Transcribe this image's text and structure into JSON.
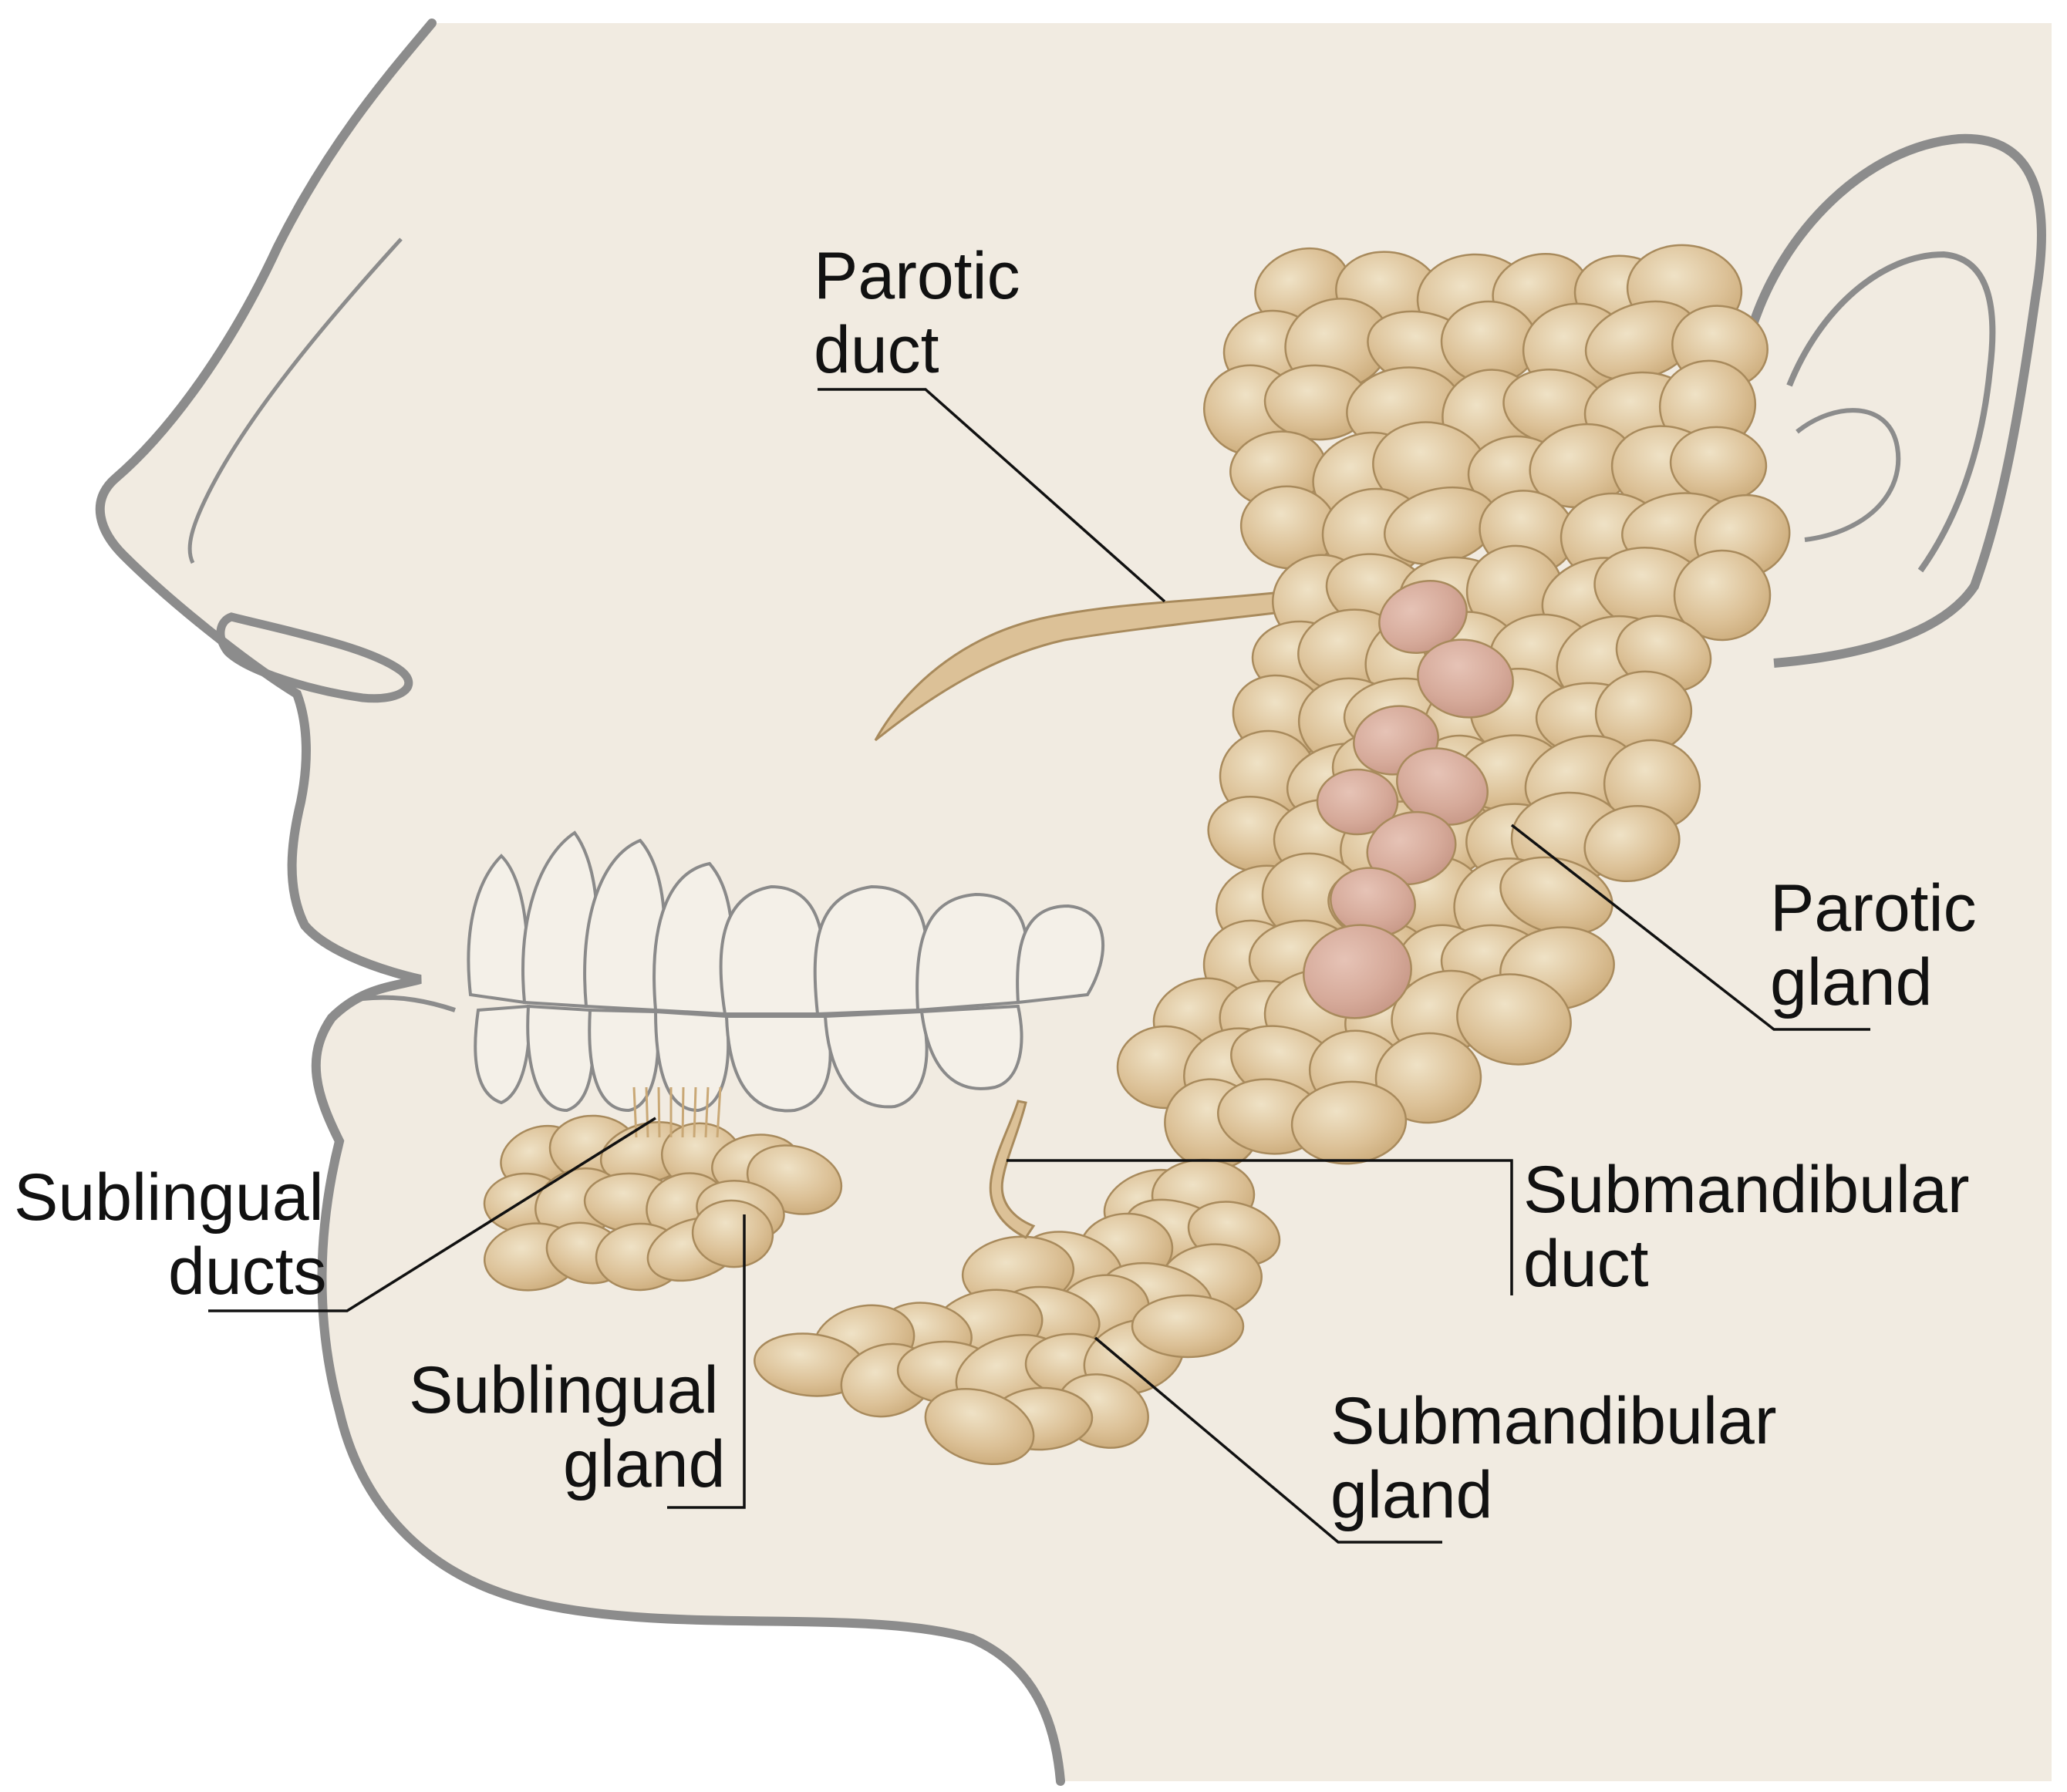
{
  "colors": {
    "skin": "#f1ebe1",
    "outline": "#8c8c8c",
    "gland": "#dcc197",
    "gland_dark": "#c9a876",
    "gland_highlight": "#eadcc0",
    "gland_pink": "#d6aa9a",
    "leader_line": "#111111",
    "label_text": "#111111"
  },
  "labels": {
    "parotid_duct": {
      "line1": "Parotic",
      "line2": "duct"
    },
    "parotid_gland": {
      "line1": "Parotic",
      "line2": "gland"
    },
    "sublingual_ducts": {
      "line1": "Sublingual",
      "line2": "ducts"
    },
    "sublingual_gland": {
      "line1": "Sublingual",
      "line2": "gland"
    },
    "submandibular_duct": {
      "line1": "Submandibular",
      "line2": "duct"
    },
    "submandibular_gland": {
      "line1": "Submandibular",
      "line2": "gland"
    }
  }
}
